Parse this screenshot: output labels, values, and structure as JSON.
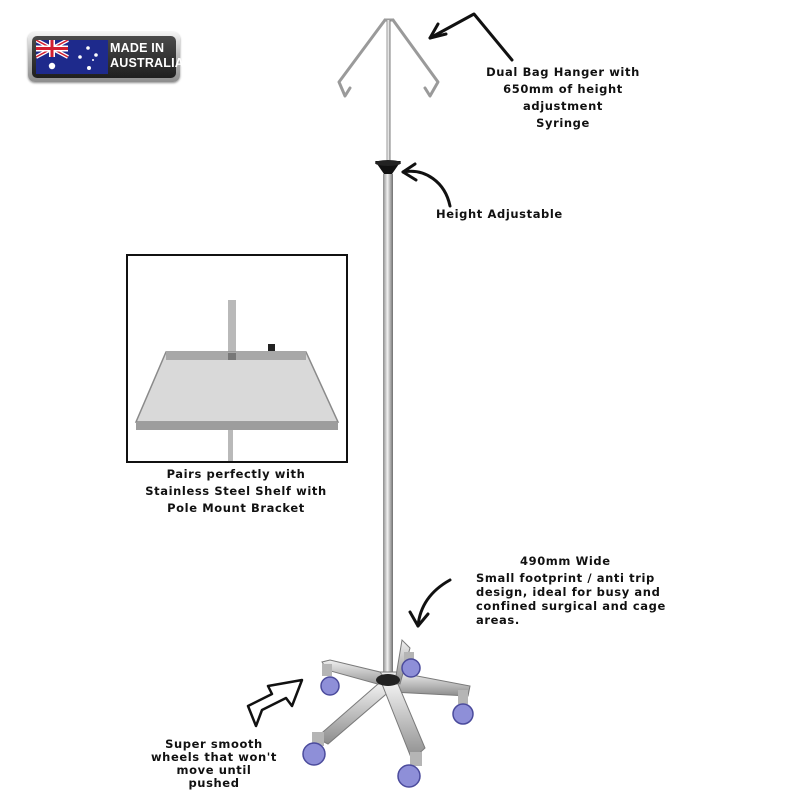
{
  "badge": {
    "line1": "MADE IN",
    "line2": "AUSTRALIA",
    "flag_icon": "australian-flag-icon"
  },
  "callouts": {
    "hanger": {
      "line1": "Dual Bag Hanger with",
      "line2": "650mm of height",
      "line3": "adjustment",
      "line4": "Syringe"
    },
    "height": {
      "text": "Height Adjustable"
    },
    "shelf": {
      "line1": "Pairs perfectly with",
      "line2": "Stainless Steel Shelf with",
      "line3": "Pole Mount Bracket"
    },
    "base": {
      "title": "490mm Wide",
      "line1": "Small footprint / anti trip",
      "line2": "design, ideal for busy and",
      "line3": "confined surgical and cage",
      "line4": "areas."
    },
    "wheels": {
      "line1": "Super smooth",
      "line2": "wheels that won't",
      "line3": "move until pushed"
    }
  },
  "colors": {
    "steel_light": "#e6e6e6",
    "steel_dark": "#8a8a8a",
    "wheel_blue": "#8e8fd8",
    "ink": "#111111"
  }
}
